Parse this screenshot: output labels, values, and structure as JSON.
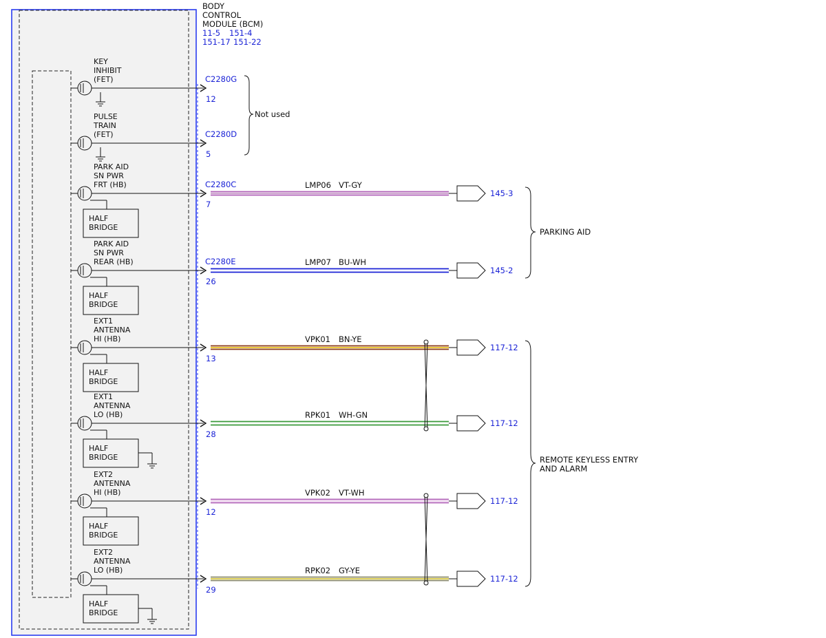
{
  "module": {
    "title_lines": [
      "BODY",
      "CONTROL",
      "MODULE (BCM)"
    ],
    "page_refs": [
      "11-5",
      "151-4",
      "151-17",
      "151-22"
    ]
  },
  "not_used_label": "Not used",
  "groups": [
    {
      "label_lines": [
        "PARKING AID"
      ]
    },
    {
      "label_lines": [
        "REMOTE KEYLESS ENTRY",
        "AND ALARM"
      ]
    }
  ],
  "circuits": [
    {
      "label_lines": [
        "KEY",
        "INHIBIT",
        "(FET)"
      ],
      "connector": "C2280G",
      "pin": "12",
      "driver": "FET"
    },
    {
      "label_lines": [
        "PULSE",
        "TRAIN",
        "(FET)"
      ],
      "connector": "C2280D",
      "pin": "5",
      "driver": "FET"
    },
    {
      "label_lines": [
        "PARK AID",
        "SN PWR",
        "FRT (HB)"
      ],
      "connector": "C2280C",
      "pin": "7",
      "driver": "HALF BRIDGE",
      "box_lines": [
        "HALF",
        "BRIDGE"
      ],
      "wire_id": "LMP06",
      "wire_color": "VT-GY",
      "destination": "145-3",
      "colors": [
        "#b060b8",
        "#c9a0c9",
        "#b060b8"
      ]
    },
    {
      "label_lines": [
        "PARK AID",
        "SN PWR",
        "REAR (HB)"
      ],
      "connector": "C2280E",
      "pin": "26",
      "driver": "HALF BRIDGE",
      "box_lines": [
        "HALF",
        "BRIDGE"
      ],
      "wire_id": "LMP07",
      "wire_color": "BU-WH",
      "destination": "145-2",
      "colors": [
        "#1a22d6",
        "#ffffff",
        "#1a22d6"
      ]
    },
    {
      "label_lines": [
        "EXT1",
        "ANTENNA",
        "HI (HB)"
      ],
      "connector": "",
      "pin": "13",
      "driver": "HALF BRIDGE",
      "box_lines": [
        "HALF",
        "BRIDGE"
      ],
      "wire_id": "VPK01",
      "wire_color": "BN-YE",
      "destination": "117-12",
      "colors": [
        "#8b3a1a",
        "#e8c020",
        "#8b3a1a"
      ]
    },
    {
      "label_lines": [
        "EXT1",
        "ANTENNA",
        "LO (HB)"
      ],
      "connector": "",
      "pin": "28",
      "driver": "HALF BRIDGE",
      "box_lines": [
        "HALF",
        "BRIDGE"
      ],
      "wire_id": "RPK01",
      "wire_color": "WH-GN",
      "destination": "117-12",
      "colors": [
        "#3a9a3a",
        "#ffffff",
        "#3a9a3a"
      ]
    },
    {
      "label_lines": [
        "EXT2",
        "ANTENNA",
        "HI (HB)"
      ],
      "connector": "",
      "pin": "12",
      "driver": "HALF BRIDGE",
      "box_lines": [
        "HALF",
        "BRIDGE"
      ],
      "wire_id": "VPK02",
      "wire_color": "VT-WH",
      "destination": "117-12",
      "colors": [
        "#b060b8",
        "#f0d8f0",
        "#b060b8"
      ]
    },
    {
      "label_lines": [
        "EXT2",
        "ANTENNA",
        "LO (HB)"
      ],
      "connector": "",
      "pin": "29",
      "driver": "HALF BRIDGE",
      "box_lines": [
        "HALF",
        "BRIDGE"
      ],
      "wire_id": "RPK02",
      "wire_color": "GY-YE",
      "destination": "117-12",
      "colors": [
        "#8a8a6a",
        "#d8c840",
        "#8a8a6a"
      ]
    }
  ],
  "colors": {
    "module_border": "#2a3cf0",
    "module_fill": "#f2f2f2",
    "link_text": "#1a22d6",
    "line": "#000000"
  }
}
